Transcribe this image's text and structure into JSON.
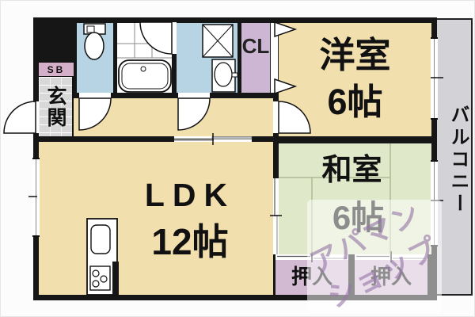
{
  "rooms": {
    "entrance": {
      "label": "玄関"
    },
    "shoe_box": {
      "label": "SB"
    },
    "closet": {
      "label": "CL"
    },
    "western_room": {
      "name": "洋室",
      "size": "6帖"
    },
    "ldk": {
      "name": "LDK",
      "size": "12帖"
    },
    "japanese_room": {
      "name": "和室",
      "size": "6帖"
    },
    "oshiire_left": {
      "label": "押入"
    },
    "oshiire_right": {
      "label": "押入"
    },
    "balcony": {
      "label": "バルコニー"
    }
  },
  "watermark": {
    "line1": "アパマン",
    "line2": "ショップ"
  },
  "icons": {
    "toilet-icon": "toilet tank + bowl outline",
    "bathtub-icon": "double rounded rectangle with drain dot",
    "washing-machine-pan-icon": "square with X diagonals",
    "washbasin-icon": "pedestal sink oval",
    "kitchen-sink-icon": "rounded rectangle sink",
    "stove-icon": "rectangle with three burner circles",
    "door-swing-icon": "quarter-circle door arc",
    "folding-door-icon": "two right-pointing triangles",
    "sliding-door-icon": "offset double bars",
    "window-icon": "thin double line in wall"
  },
  "colors": {
    "wall": "#161616",
    "room_cream": "#f2dfae",
    "tatami_green": "#dfe8c9",
    "water_blue": "#b7d4e4",
    "closet_purple": "#cdb6d4",
    "oshiire_purple": "#d2bad3",
    "shoe_box_pink": "#d4afca",
    "entrance_gray": "#d8d8d8",
    "balcony_gray": "#d3d3d7",
    "watermark_text": "rgba(150,118,168,0.62)"
  }
}
